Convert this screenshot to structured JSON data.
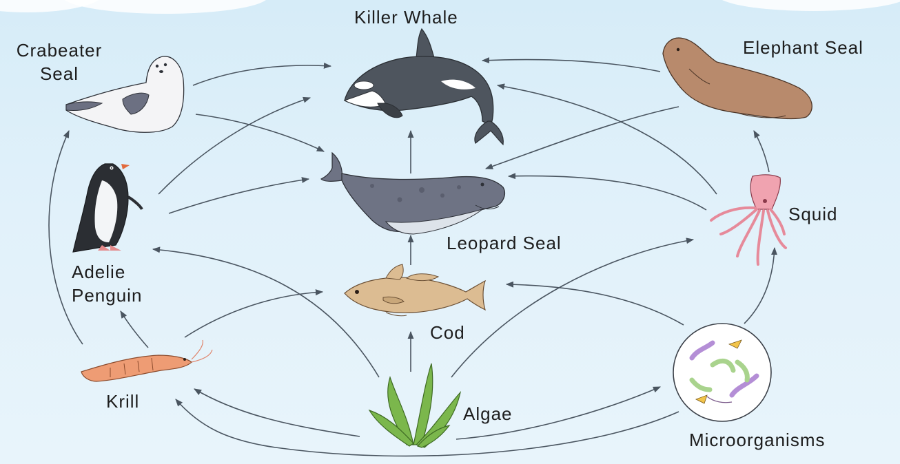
{
  "organisms": {
    "killer_whale": {
      "label": "Killer Whale"
    },
    "crabeater_seal": {
      "label_line1": "Crabeater",
      "label_line2": "Seal"
    },
    "elephant_seal": {
      "label": "Elephant Seal"
    },
    "leopard_seal": {
      "label": "Leopard Seal"
    },
    "adelie_penguin": {
      "label_line1": "Adelie",
      "label_line2": "Penguin"
    },
    "squid": {
      "label": "Squid"
    },
    "cod": {
      "label": "Cod"
    },
    "krill": {
      "label": "Krill"
    },
    "algae": {
      "label": "Algae"
    },
    "microorganisms": {
      "label": "Microorganisms"
    }
  },
  "links": [
    {
      "from": "Crabeater Seal",
      "to": "Killer Whale"
    },
    {
      "from": "Crabeater Seal",
      "to": "Leopard Seal"
    },
    {
      "from": "Adelie Penguin",
      "to": "Killer Whale"
    },
    {
      "from": "Adelie Penguin",
      "to": "Leopard Seal"
    },
    {
      "from": "Leopard Seal",
      "to": "Killer Whale"
    },
    {
      "from": "Elephant Seal",
      "to": "Killer Whale"
    },
    {
      "from": "Elephant Seal",
      "to": "Leopard Seal"
    },
    {
      "from": "Squid",
      "to": "Killer Whale"
    },
    {
      "from": "Squid",
      "to": "Leopard Seal"
    },
    {
      "from": "Squid",
      "to": "Elephant Seal"
    },
    {
      "from": "Cod",
      "to": "Leopard Seal"
    },
    {
      "from": "Krill",
      "to": "Crabeater Seal"
    },
    {
      "from": "Krill",
      "to": "Adelie Penguin"
    },
    {
      "from": "Krill",
      "to": "Cod"
    },
    {
      "from": "Algae",
      "to": "Cod"
    },
    {
      "from": "Algae",
      "to": "Adelie Penguin"
    },
    {
      "from": "Algae",
      "to": "Krill"
    },
    {
      "from": "Algae",
      "to": "Squid"
    },
    {
      "from": "Algae",
      "to": "Microorganisms"
    },
    {
      "from": "Microorganisms",
      "to": "Cod"
    },
    {
      "from": "Microorganisms",
      "to": "Squid"
    },
    {
      "from": "Microorganisms",
      "to": "Krill"
    }
  ],
  "colors": {
    "background": "#e1f1fa",
    "arrow": "#4a5560",
    "killer_whale": "#4e555e",
    "leopard_seal": "#6e7384",
    "elephant_seal": "#b88a6c",
    "squid": "#f0a3b0",
    "cod": "#dcbc92",
    "krill": "#ee9c74",
    "algae": "#7bb74c",
    "penguin": "#2b2e33"
  }
}
